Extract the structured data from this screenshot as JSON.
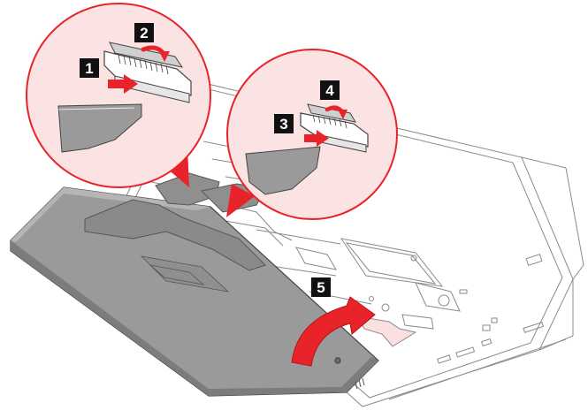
{
  "steps": {
    "s1": "1",
    "s2": "2",
    "s3": "3",
    "s4": "4",
    "s5": "5"
  },
  "colors": {
    "arrow": "#e8232a",
    "callout_border": "#e8232a",
    "callout_fill": "#fbe3e3",
    "label_bg": "#111111",
    "keyboard_fill": "#9a9a9a",
    "line": "#6e6e6e"
  }
}
